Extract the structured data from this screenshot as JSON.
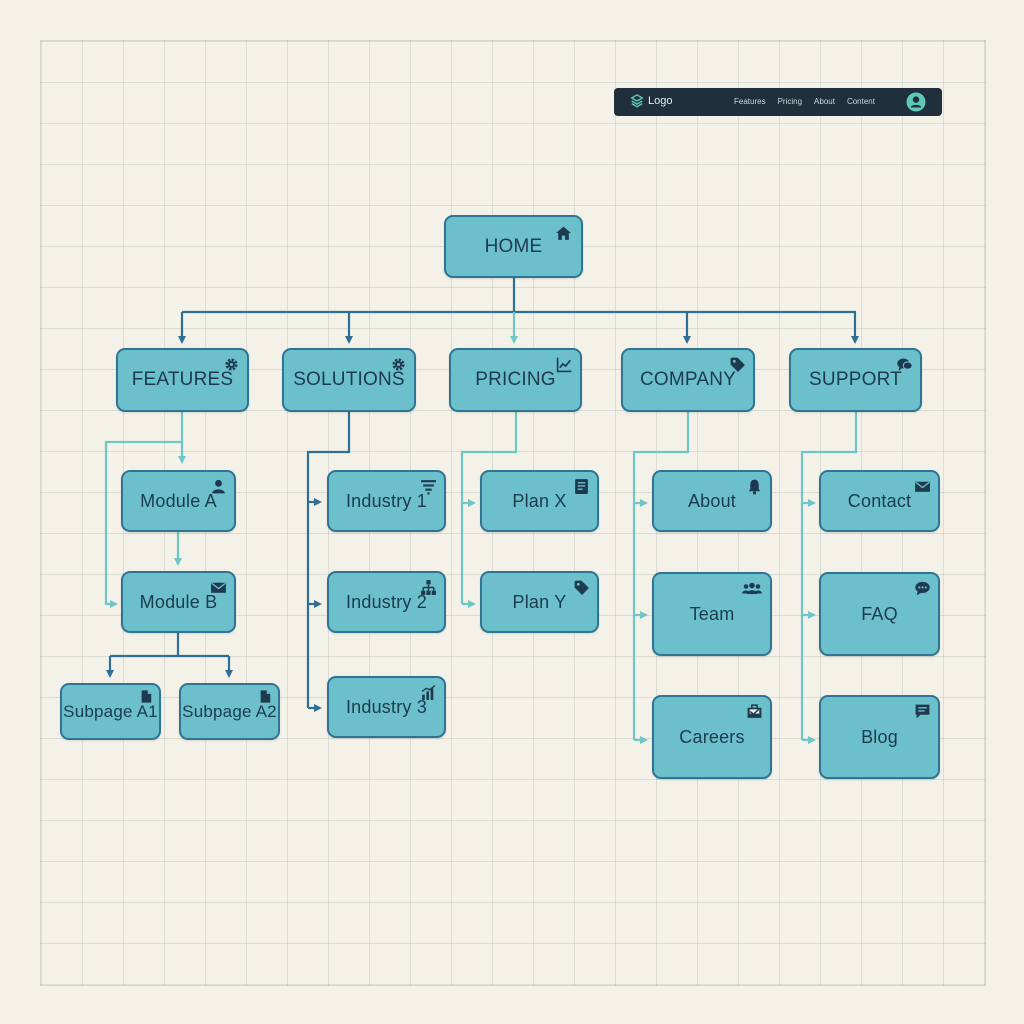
{
  "navbar": {
    "logo_text": "Logo",
    "links": [
      "Features",
      "Pricing",
      "About",
      "Content"
    ]
  },
  "colors": {
    "node_fill": "#6cc0cc",
    "node_border": "#2f7494",
    "connector_dark": "#2f6f96",
    "connector_light": "#6fc6c8",
    "navbar_bg": "#1f2f3c"
  },
  "nodes": {
    "home": "HOME",
    "features": "FEATURES",
    "solutions": "SOLUTIONS",
    "pricing": "PRICING",
    "company": "COMPANY",
    "support": "SUPPORT",
    "module_a": "Module A",
    "module_b": "Module B",
    "subpage_a1": "Subpage A1",
    "subpage_a2": "Subpage A2",
    "industry_1": "Industry 1",
    "industry_2": "Industry 2",
    "industry_3": "Industry 3",
    "plan_x": "Plan X",
    "plan_y": "Plan Y",
    "about": "About",
    "team": "Team",
    "careers": "Careers",
    "contact": "Contact",
    "faq": "FAQ",
    "blog": "Blog"
  },
  "icons": {
    "home": "house-icon",
    "features": "gear-icon",
    "solutions": "gear-icon",
    "pricing": "line-chart-icon",
    "company": "tag-icon",
    "support": "chat-bubbles-icon",
    "module_a": "person-icon",
    "module_b": "envelope-icon",
    "subpage_a1": "document-icon",
    "subpage_a2": "document-icon",
    "industry_1": "funnel-icon",
    "industry_2": "org-chart-icon",
    "industry_3": "bar-chart-icon",
    "plan_x": "document-icon",
    "plan_y": "tag-icon",
    "about": "bell-icon",
    "team": "group-icon",
    "careers": "briefcase-icon",
    "contact": "envelope-icon",
    "faq": "chat-bubble-icon",
    "blog": "message-icon"
  }
}
